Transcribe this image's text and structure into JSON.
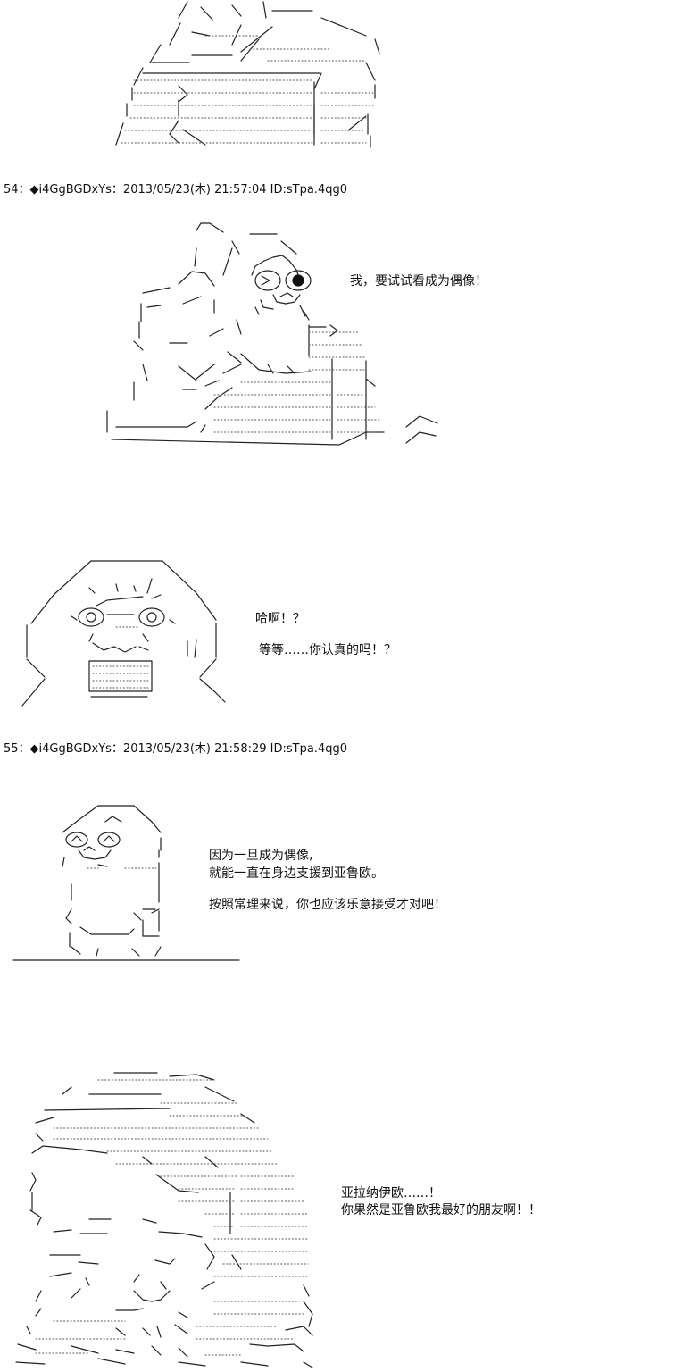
{
  "posts": [
    {
      "number": "54",
      "header": "54：◆i4GgBGDxYs：2013/05/23(木) 21:57:04 ID:sTpa.4qg0",
      "lines": [
        "我，要试试看成为偶像！"
      ]
    },
    {
      "lines": [
        "哈啊！？",
        "等等……你认真的吗！？"
      ]
    },
    {
      "number": "55",
      "header": "55：◆i4GgBGDxYs：2013/05/23(木) 21:58:29 ID:sTpa.4qg0",
      "lines": [
        "因为一旦成为偶像,",
        "就能一直在身边支援到亚鲁欧。",
        "按照常理来说，你也应该乐意接受才对吧！"
      ]
    },
    {
      "lines": [
        "亚拉纳伊欧……！",
        "你果然是亚鲁欧我最好的朋友啊！！"
      ]
    }
  ]
}
